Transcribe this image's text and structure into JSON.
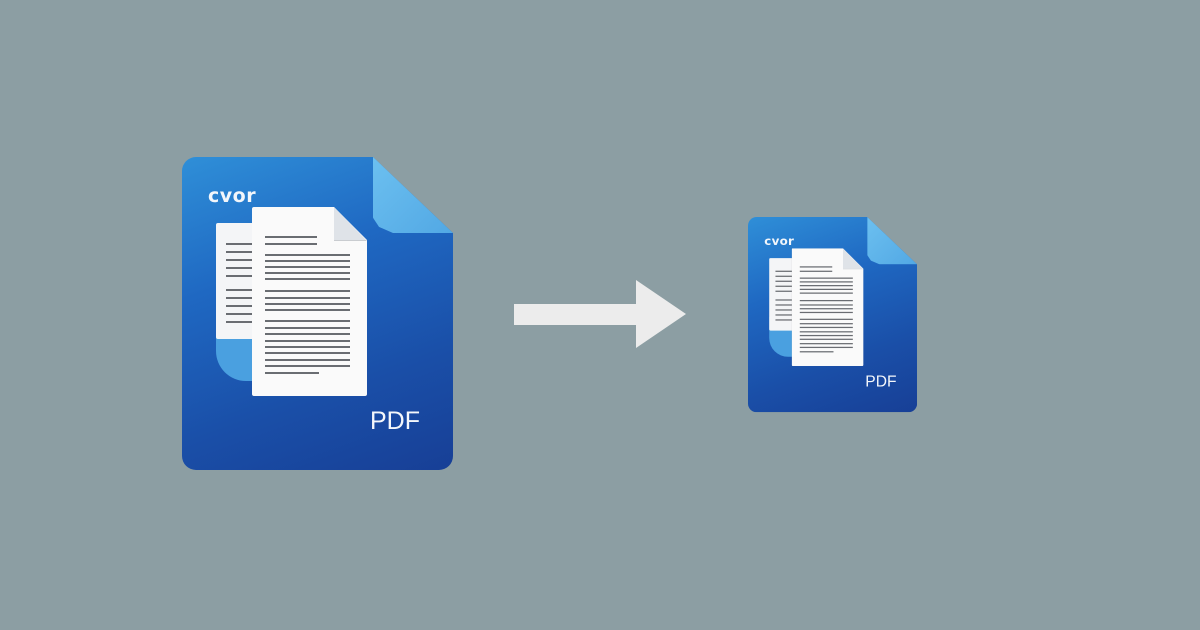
{
  "source_icon": {
    "brand_text": "cvor",
    "label": "PDF",
    "size": "large"
  },
  "target_icon": {
    "brand_text": "cvor",
    "label": "PDF",
    "size": "small"
  },
  "arrow": {
    "direction": "right",
    "meaning": "compress"
  },
  "colors": {
    "background": "#8c9ea3",
    "icon_blue": "#1f68c2",
    "fold_blue": "#6cc0f0",
    "arrow": "#ececec",
    "page": "#fafafa"
  }
}
